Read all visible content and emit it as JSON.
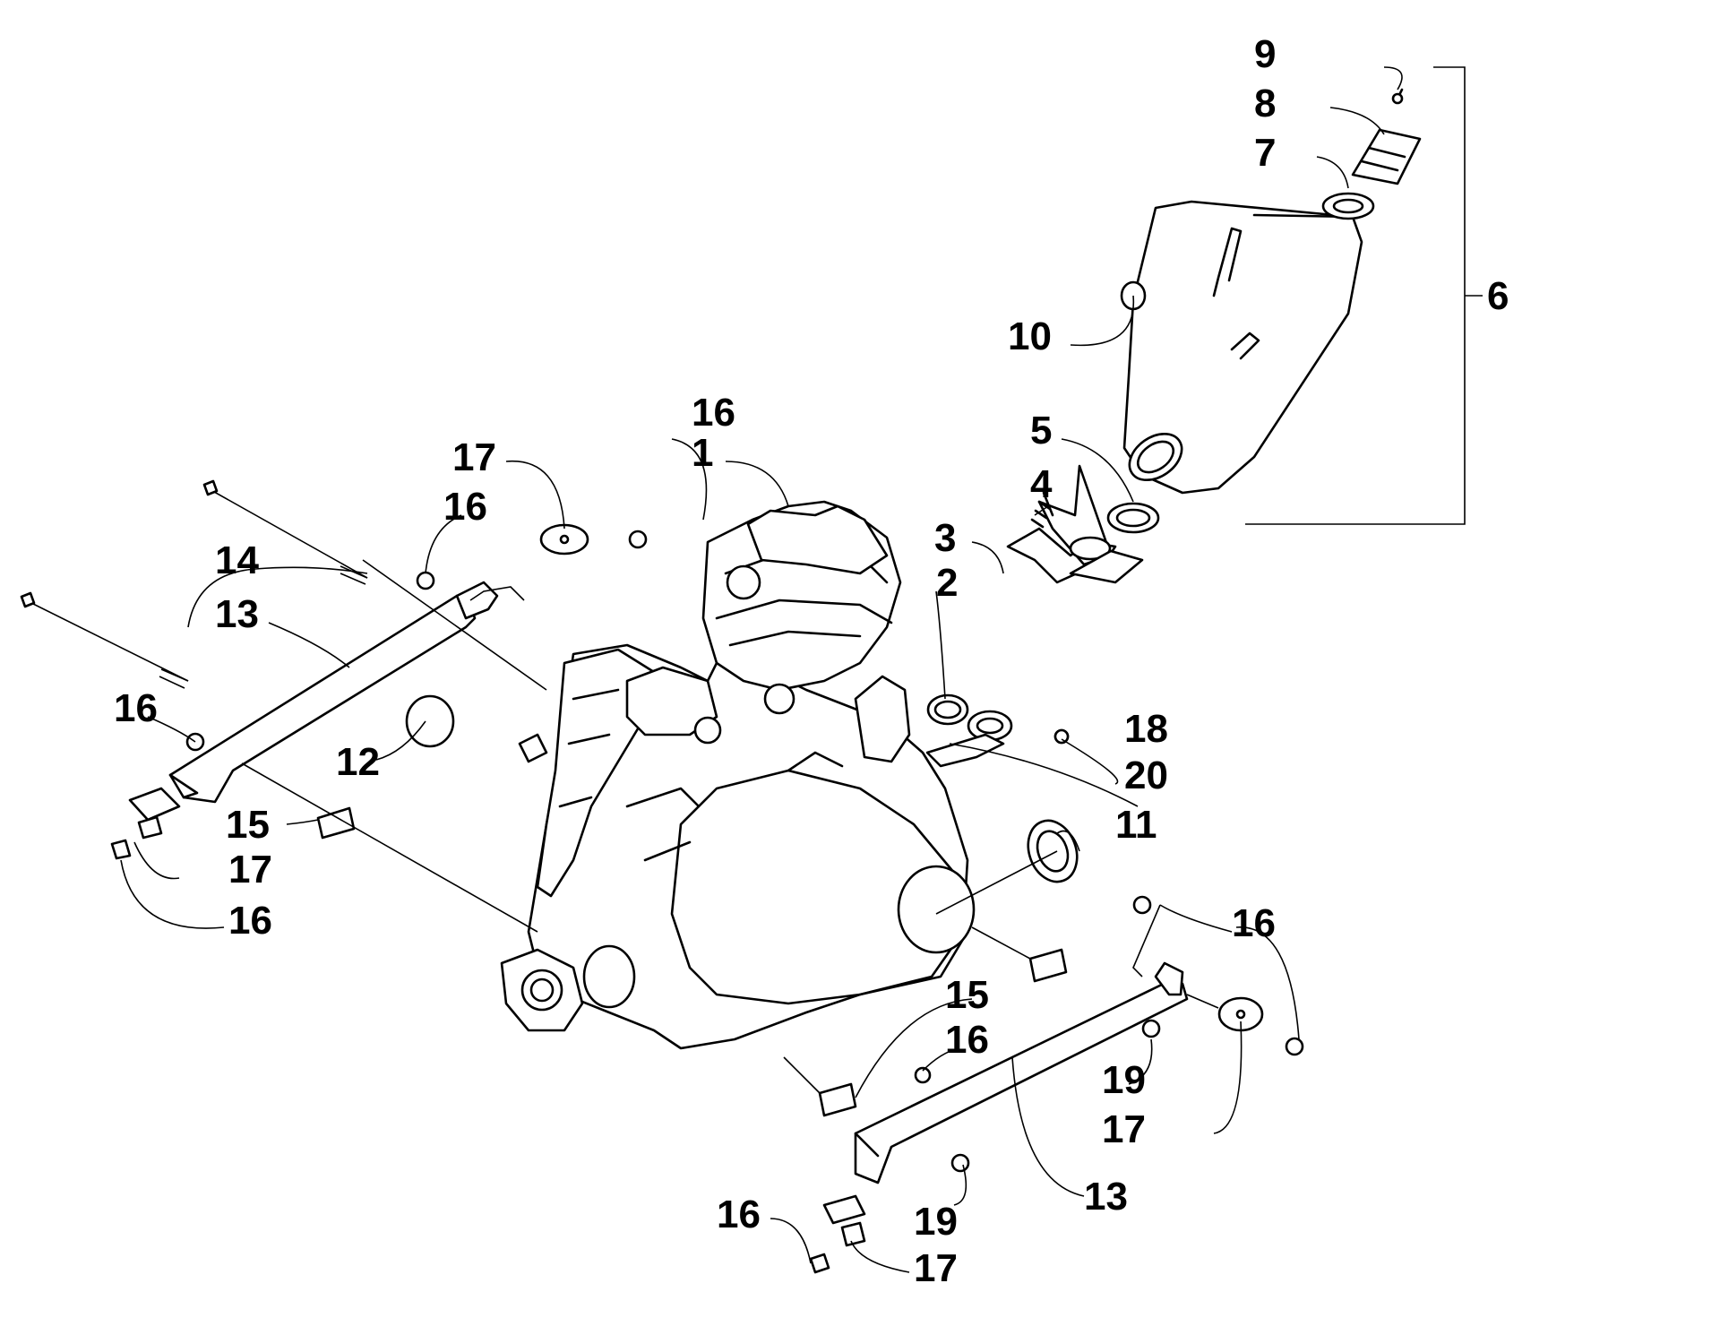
{
  "callouts": {
    "c1": "1",
    "c2": "2",
    "c3": "3",
    "c4": "4",
    "c5": "5",
    "c6": "6",
    "c7": "7",
    "c8": "8",
    "c9": "9",
    "c10": "10",
    "c11": "11",
    "c12": "12",
    "c13a": "13",
    "c13b": "13",
    "c14": "14",
    "c15a": "15",
    "c15b": "15",
    "c16a": "16",
    "c16b": "16",
    "c16c": "16",
    "c16d": "16",
    "c16e": "16",
    "c16f": "16",
    "c16g": "16",
    "c17a": "17",
    "c17b": "17",
    "c17c": "17",
    "c17d": "17",
    "c18": "18",
    "c19a": "19",
    "c19b": "19",
    "c20": "20"
  },
  "colors": {
    "ink": "#000000",
    "paper": "#ffffff"
  }
}
